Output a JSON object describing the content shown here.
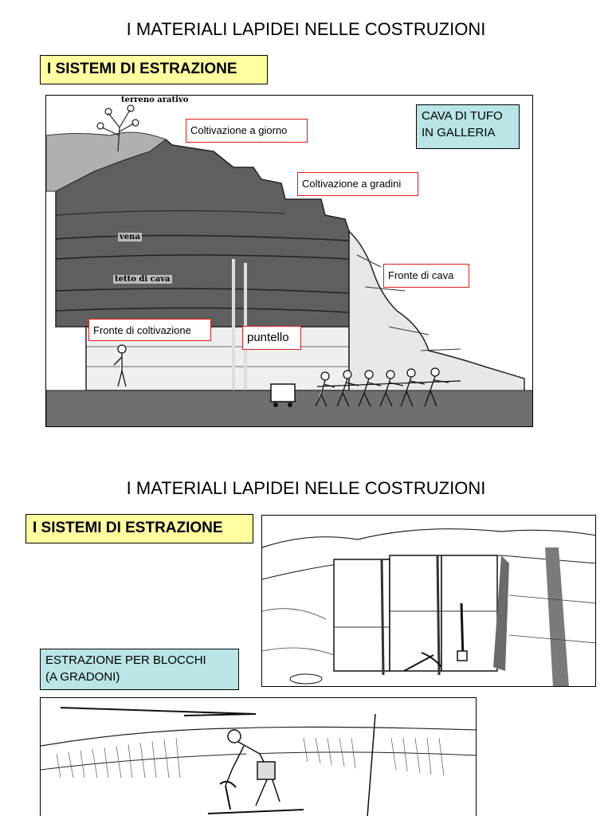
{
  "slide1": {
    "title": "I MATERIALI LAPIDEI NELLE COSTRUZIONI",
    "section": "I SISTEMI DI ESTRAZIONE",
    "info_box": [
      "CAVA DI TUFO",
      "IN GALLERIA"
    ],
    "diagram_labels": {
      "terreno": "terreno arativo",
      "vena": "vena",
      "tetto": "tetto di cava"
    },
    "tags": {
      "giorno": "Coltivazione a giorno",
      "gradini": "Coltivazione a gradini",
      "fronte_cava": "Fronte di cava",
      "fronte_coltivazione": "Fronte di coltivazione",
      "puntello": "puntello"
    }
  },
  "slide2": {
    "title": "I MATERIALI LAPIDEI NELLE COSTRUZIONI",
    "section": "I SISTEMI DI ESTRAZIONE",
    "info_box": [
      "ESTRAZIONE PER  BLOCCHI",
      "(A GRADONI)"
    ]
  },
  "colors": {
    "highlight": "#ffffa0",
    "info": "#b9e5e6",
    "tag_border": "#e21b1b",
    "rock": "#5f5f5f"
  }
}
